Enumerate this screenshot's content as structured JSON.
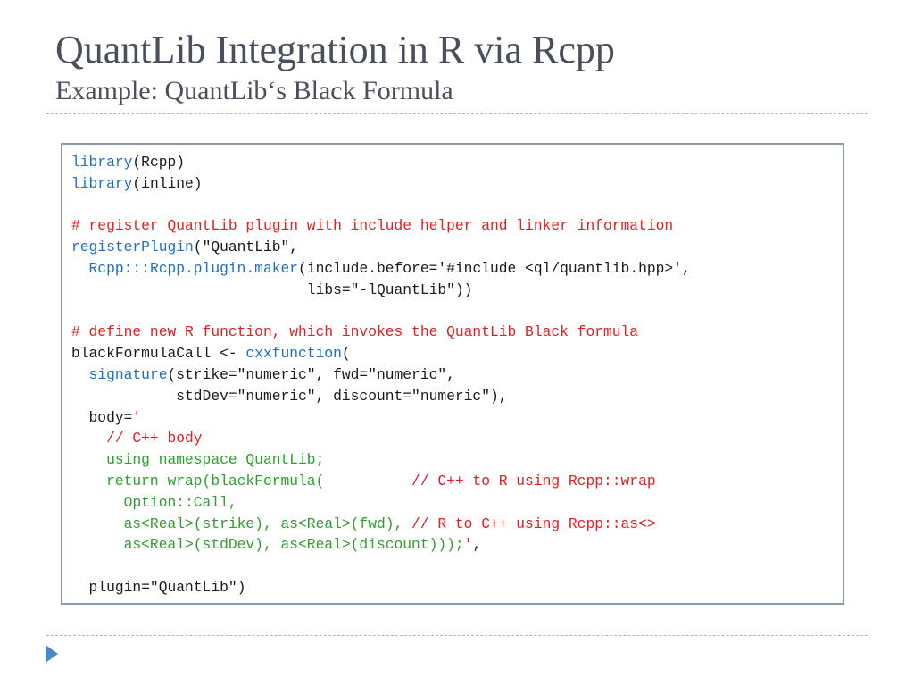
{
  "slide": {
    "title": "QuantLib Integration in R via Rcpp",
    "subtitle": "Example: QuantLib‘s Black Formula"
  },
  "code_lines": [
    [
      {
        "t": "library",
        "c": "blue"
      },
      {
        "t": "(Rcpp)",
        "c": "dark"
      }
    ],
    [
      {
        "t": "library",
        "c": "blue"
      },
      {
        "t": "(inline)",
        "c": "dark"
      }
    ],
    [],
    [
      {
        "t": "# register QuantLib plugin with include helper and linker information",
        "c": "red"
      }
    ],
    [
      {
        "t": "registerPlugin",
        "c": "blue"
      },
      {
        "t": "(\"QuantLib\",",
        "c": "dark"
      }
    ],
    [
      {
        "t": "  ",
        "c": "dark"
      },
      {
        "t": "Rcpp:::Rcpp.plugin.maker",
        "c": "blue"
      },
      {
        "t": "(include.before='#include <ql/quantlib.hpp>',",
        "c": "dark"
      }
    ],
    [
      {
        "t": "                           libs=\"-lQuantLib\"))",
        "c": "dark"
      }
    ],
    [],
    [
      {
        "t": "# define new R function, which invokes the QuantLib Black formula",
        "c": "red"
      }
    ],
    [
      {
        "t": "blackFormulaCall <- ",
        "c": "dark"
      },
      {
        "t": "cxxfunction",
        "c": "blue"
      },
      {
        "t": "(",
        "c": "dark"
      }
    ],
    [
      {
        "t": "  ",
        "c": "dark"
      },
      {
        "t": "signature",
        "c": "blue"
      },
      {
        "t": "(strike=\"numeric\", fwd=\"numeric\",",
        "c": "dark"
      }
    ],
    [
      {
        "t": "            stdDev=\"numeric\", discount=\"numeric\"),",
        "c": "dark"
      }
    ],
    [
      {
        "t": "  body=",
        "c": "dark"
      },
      {
        "t": "'",
        "c": "red"
      }
    ],
    [
      {
        "t": "    // C++ body",
        "c": "red"
      }
    ],
    [
      {
        "t": "    using namespace QuantLib;",
        "c": "green"
      }
    ],
    [
      {
        "t": "    return wrap(blackFormula(          ",
        "c": "green"
      },
      {
        "t": "// C++ to R using Rcpp::wrap",
        "c": "red"
      }
    ],
    [
      {
        "t": "      Option::Call,",
        "c": "green"
      }
    ],
    [
      {
        "t": "      as<Real>(strike), as<Real>(fwd), ",
        "c": "green"
      },
      {
        "t": "// R to C++ using Rcpp::as<>",
        "c": "red"
      }
    ],
    [
      {
        "t": "      as<Real>(stdDev), as<Real>(discount)));",
        "c": "green"
      },
      {
        "t": "'",
        "c": "red"
      },
      {
        "t": ",",
        "c": "dark"
      }
    ],
    [],
    [
      {
        "t": "  plugin=\"QuantLib\")",
        "c": "dark"
      }
    ]
  ],
  "colors": {
    "keyword_blue": "#1f6fc2",
    "comment_red": "#e02020",
    "cpp_green": "#2e9e2e",
    "title_gray": "#4a4f5c",
    "nav_arrow": "#4a86c8"
  },
  "icons": {
    "nav": "play-arrow-icon"
  }
}
